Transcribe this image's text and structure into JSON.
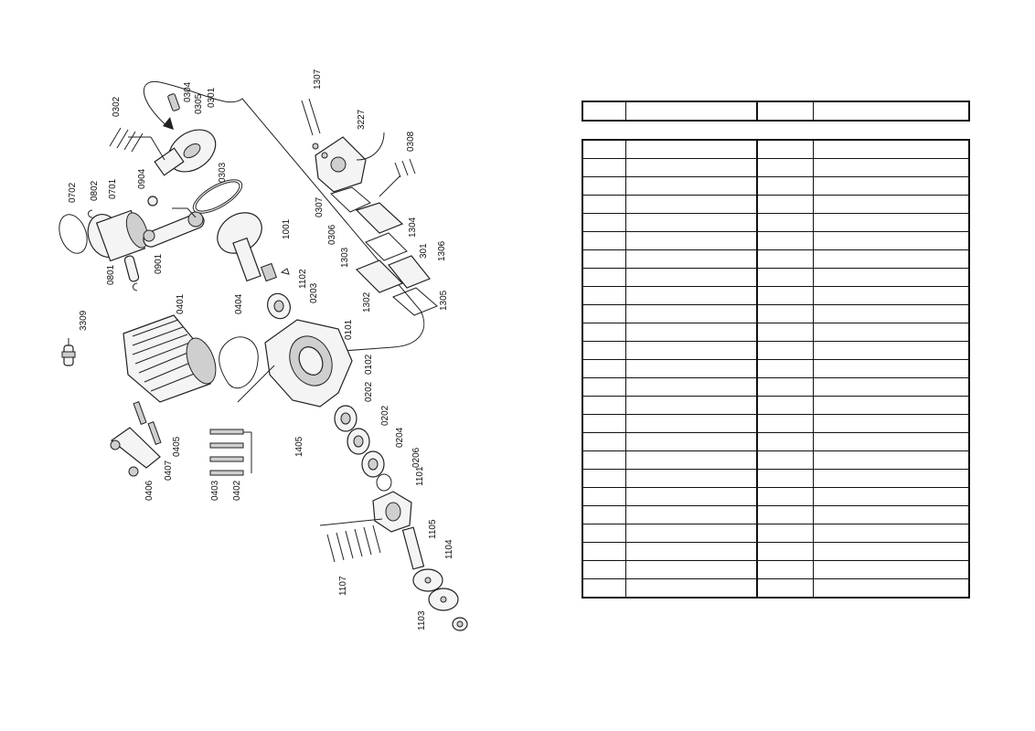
{
  "diagram": {
    "labels": [
      {
        "id": "0302",
        "text": "0302"
      },
      {
        "id": "0304",
        "text": "0304"
      },
      {
        "id": "0305",
        "text": "0305"
      },
      {
        "id": "0301",
        "text": "0301"
      },
      {
        "id": "1307",
        "text": "1307"
      },
      {
        "id": "3227",
        "text": "3227"
      },
      {
        "id": "0308",
        "text": "0308"
      },
      {
        "id": "0904",
        "text": "0904"
      },
      {
        "id": "0303",
        "text": "0303"
      },
      {
        "id": "0702",
        "text": "0702"
      },
      {
        "id": "0802",
        "text": "0802"
      },
      {
        "id": "0701",
        "text": "0701"
      },
      {
        "id": "0307",
        "text": "0307"
      },
      {
        "id": "0306",
        "text": "0306"
      },
      {
        "id": "1304",
        "text": "1304"
      },
      {
        "id": "1001",
        "text": "1001"
      },
      {
        "id": "0901",
        "text": "0901"
      },
      {
        "id": "0801",
        "text": "0801"
      },
      {
        "id": "1303",
        "text": "1303"
      },
      {
        "id": "301",
        "text": "301"
      },
      {
        "id": "1306",
        "text": "1306"
      },
      {
        "id": "1102",
        "text": "1102"
      },
      {
        "id": "1302",
        "text": "1302"
      },
      {
        "id": "1305",
        "text": "1305"
      },
      {
        "id": "0203",
        "text": "0203"
      },
      {
        "id": "0401",
        "text": "0401"
      },
      {
        "id": "0404",
        "text": "0404"
      },
      {
        "id": "3309",
        "text": "3309"
      },
      {
        "id": "0101",
        "text": "0101"
      },
      {
        "id": "0102",
        "text": "0102"
      },
      {
        "id": "0202",
        "text": "0202"
      },
      {
        "id": "0202b",
        "text": "0202"
      },
      {
        "id": "1405",
        "text": "1405"
      },
      {
        "id": "0405",
        "text": "0405"
      },
      {
        "id": "0204",
        "text": "0204"
      },
      {
        "id": "0206",
        "text": "0206"
      },
      {
        "id": "0407",
        "text": "0407"
      },
      {
        "id": "0403",
        "text": "0403"
      },
      {
        "id": "0402",
        "text": "0402"
      },
      {
        "id": "0406",
        "text": "0406"
      },
      {
        "id": "1101",
        "text": "1101"
      },
      {
        "id": "1105",
        "text": "1105"
      },
      {
        "id": "1104",
        "text": "1104"
      },
      {
        "id": "1107",
        "text": "1107"
      },
      {
        "id": "1103",
        "text": "1103"
      }
    ]
  },
  "parts_table": {
    "header_cells": [
      "",
      "",
      "",
      ""
    ],
    "rows": [
      [
        "",
        "",
        "",
        ""
      ],
      [
        "",
        "",
        "",
        ""
      ],
      [
        "",
        "",
        "",
        ""
      ],
      [
        "",
        "",
        "",
        ""
      ],
      [
        "",
        "",
        "",
        ""
      ],
      [
        "",
        "",
        "",
        ""
      ],
      [
        "",
        "",
        "",
        ""
      ],
      [
        "",
        "",
        "",
        ""
      ],
      [
        "",
        "",
        "",
        ""
      ],
      [
        "",
        "",
        "",
        ""
      ],
      [
        "",
        "",
        "",
        ""
      ],
      [
        "",
        "",
        "",
        ""
      ],
      [
        "",
        "",
        "",
        ""
      ],
      [
        "",
        "",
        "",
        ""
      ],
      [
        "",
        "",
        "",
        ""
      ],
      [
        "",
        "",
        "",
        ""
      ],
      [
        "",
        "",
        "",
        ""
      ],
      [
        "",
        "",
        "",
        ""
      ],
      [
        "",
        "",
        "",
        ""
      ],
      [
        "",
        "",
        "",
        ""
      ],
      [
        "",
        "",
        "",
        ""
      ],
      [
        "",
        "",
        "",
        ""
      ],
      [
        "",
        "",
        "",
        ""
      ],
      [
        "",
        "",
        "",
        ""
      ],
      [
        "",
        "",
        "",
        ""
      ]
    ]
  }
}
